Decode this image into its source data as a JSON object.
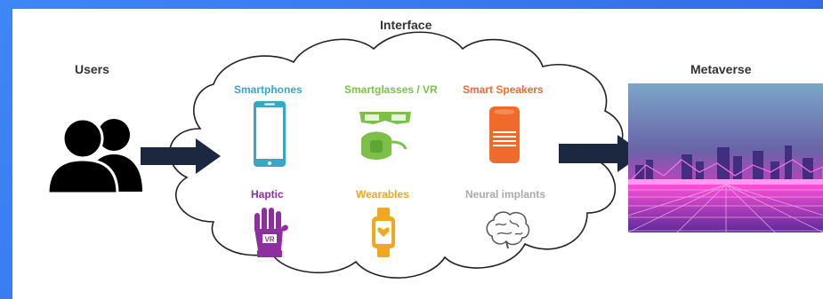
{
  "interface_label": "Interface",
  "users_label": "Users",
  "metaverse_label": "Metaverse",
  "devices": [
    {
      "label": "Smartphones",
      "color": "#3aa6c6",
      "icon": "smartphone-icon"
    },
    {
      "label": "Smartglasses / VR",
      "color": "#7cc04a",
      "icon": "vr-headset-icon"
    },
    {
      "label": "Smart Speakers",
      "color": "#f06a2b",
      "icon": "smart-speaker-icon"
    },
    {
      "label": "Haptic",
      "color": "#8e2fa0",
      "icon": "haptic-glove-icon"
    },
    {
      "label": "Wearables",
      "color": "#f0a81f",
      "icon": "smartwatch-icon"
    },
    {
      "label": "Neural implants",
      "color": "#aaaaaa",
      "icon": "brain-icon"
    }
  ],
  "glove_badge": "VR",
  "colors": {
    "frame": "#3d7cf4",
    "arrow": "#1c2740",
    "users": "#000000"
  }
}
